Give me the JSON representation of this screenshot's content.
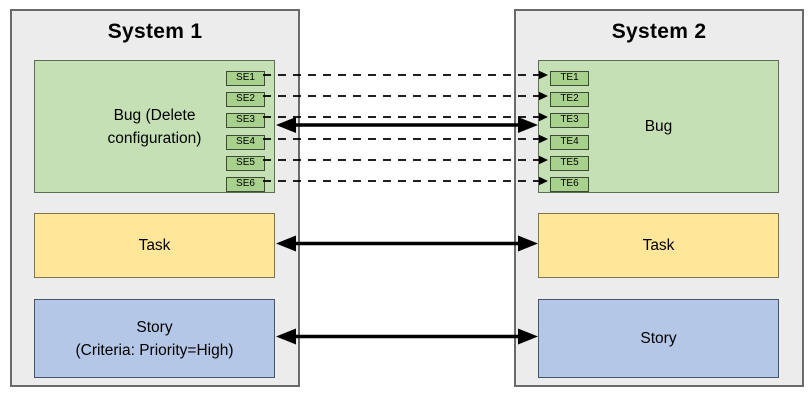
{
  "colors": {
    "canvas-bg": "#ffffff",
    "system-fill": "#ececec",
    "system-border": "#6a6a6a",
    "bug-fill": "#c5e0b4",
    "bug-border": "#5d6f52",
    "chip-fill": "#a9d18e",
    "chip-border": "#3d4a35",
    "task-fill": "#ffe699",
    "task-border": "#7f7450",
    "story-fill": "#b4c7e7",
    "story-border": "#47536b",
    "arrow-color": "#000000"
  },
  "system1": {
    "title": "System 1",
    "bug": {
      "label": "Bug",
      "sublabel": "(Delete configuration)",
      "endpoints": [
        "SE1",
        "SE2",
        "SE3",
        "SE4",
        "SE5",
        "SE6"
      ]
    },
    "task": {
      "label": "Task"
    },
    "story": {
      "label": "Story",
      "sublabel": "(Criteria: Priority=High)"
    }
  },
  "system2": {
    "title": "System 2",
    "bug": {
      "label": "Bug",
      "endpoints": [
        "TE1",
        "TE2",
        "TE3",
        "TE4",
        "TE5",
        "TE6"
      ]
    },
    "task": {
      "label": "Task"
    },
    "story": {
      "label": "Story"
    }
  },
  "mappings": [
    {
      "from": "SE1",
      "to": "TE1",
      "style": "dashed",
      "direction": "right"
    },
    {
      "from": "SE2",
      "to": "TE2",
      "style": "dashed",
      "direction": "right"
    },
    {
      "from": "SE3",
      "to": "TE3",
      "style": "dashed",
      "direction": "right"
    },
    {
      "from": "SE4",
      "to": "TE4",
      "style": "dashed",
      "direction": "right"
    },
    {
      "from": "SE5",
      "to": "TE5",
      "style": "dashed",
      "direction": "right"
    },
    {
      "from": "SE6",
      "to": "TE6",
      "style": "dashed",
      "direction": "right"
    }
  ],
  "links": [
    {
      "from": "System 1 Bug",
      "to": "System 2 Bug",
      "style": "solid",
      "direction": "both"
    },
    {
      "from": "System 1 Task",
      "to": "System 2 Task",
      "style": "solid",
      "direction": "both"
    },
    {
      "from": "System 1 Story",
      "to": "System 2 Story",
      "style": "solid",
      "direction": "both"
    }
  ]
}
